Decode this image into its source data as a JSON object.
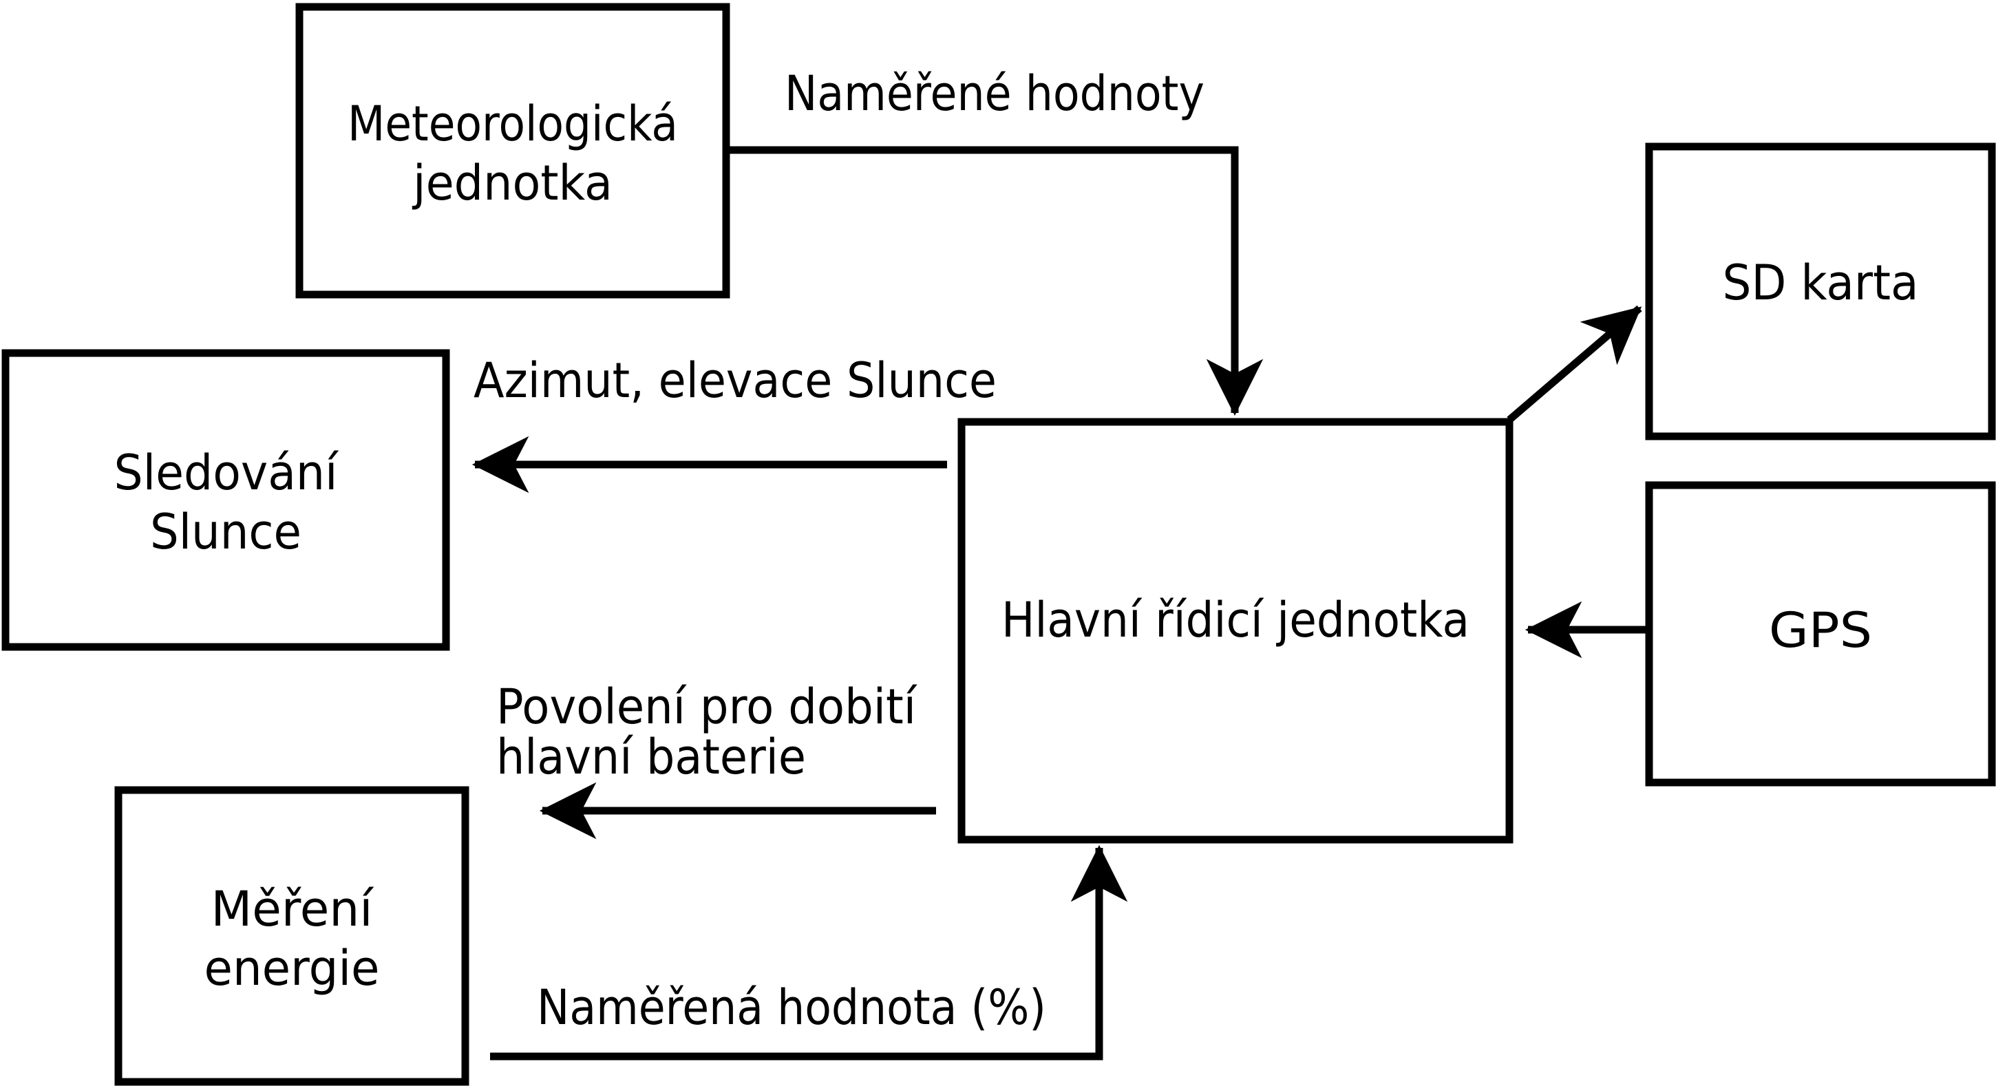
{
  "diagram": {
    "background": "#ffffff",
    "line_color": "#000000",
    "text_color": "#000000",
    "nodes": [
      {
        "id": "meteorologicka-jednotka",
        "lines": [
          "Meteorologická",
          "jednotka"
        ]
      },
      {
        "id": "sledovani-slunce",
        "lines": [
          "Sledování",
          "Slunce"
        ]
      },
      {
        "id": "mereni-energie",
        "lines": [
          "Měření",
          "energie"
        ]
      },
      {
        "id": "hlavni-ridici-jednotka",
        "lines": [
          "Hlavní řídicí jednotka"
        ]
      },
      {
        "id": "sd-karta",
        "lines": [
          "SD karta"
        ]
      },
      {
        "id": "gps",
        "lines": [
          "GPS"
        ]
      }
    ],
    "edge_labels": [
      {
        "id": "namerene-hodnoty",
        "lines": [
          "Naměřené hodnoty"
        ]
      },
      {
        "id": "azimut-elevace",
        "lines": [
          "Azimut, elevace Slunce"
        ]
      },
      {
        "id": "povoleni-dobiti",
        "lines": [
          "Povolení pro dobití",
          "hlavní baterie"
        ]
      },
      {
        "id": "namerena-hodnota",
        "lines": [
          "Naměřená hodnota (%)"
        ]
      }
    ],
    "edges": [
      {
        "from": "meteorologicka-jednotka",
        "to": "hlavni-ridici-jednotka",
        "label": "Naměřené hodnoty"
      },
      {
        "from": "hlavni-ridici-jednotka",
        "to": "sledovani-slunce",
        "label": "Azimut, elevace Slunce"
      },
      {
        "from": "hlavni-ridici-jednotka",
        "to": "out-left",
        "label": "Povolení pro dobití hlavní baterie"
      },
      {
        "from": "mereni-energie",
        "to": "hlavni-ridici-jednotka",
        "label": "Naměřená hodnota (%)"
      },
      {
        "from": "hlavni-ridici-jednotka",
        "to": "sd-karta",
        "label": ""
      },
      {
        "from": "gps",
        "to": "hlavni-ridici-jednotka",
        "label": ""
      }
    ]
  }
}
